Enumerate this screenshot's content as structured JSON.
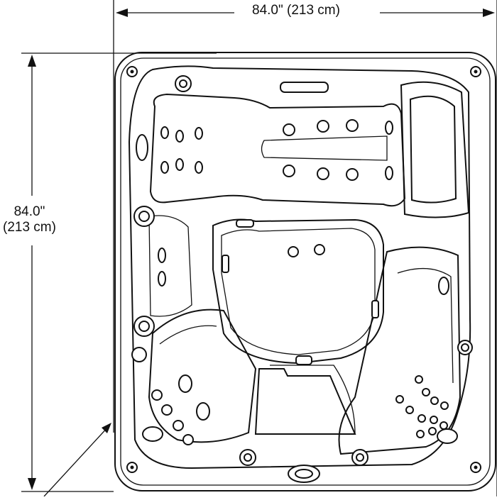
{
  "diagram": {
    "width_dimension": "84.0\" (213 cm)",
    "height_dimension_line1": "84.0\"",
    "height_dimension_line2": "(213 cm)"
  },
  "colors": {
    "line": "#111111",
    "background": "#ffffff"
  },
  "icons": [
    "arrow-left-icon",
    "arrow-right-icon",
    "arrow-up-icon",
    "arrow-down-icon"
  ]
}
